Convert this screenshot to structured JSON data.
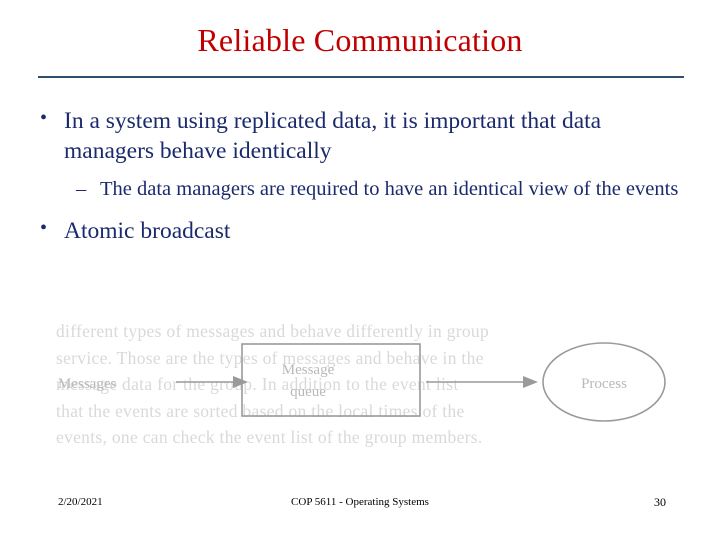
{
  "slide": {
    "title": "Reliable Communication",
    "bullets": [
      {
        "level": 1,
        "marker": "•",
        "text": "In a system using replicated data, it is important that data managers behave identically"
      },
      {
        "level": 2,
        "marker": "–",
        "text": "The data managers are required to have an identical view of the events"
      },
      {
        "level": 1,
        "marker": "•",
        "text": "Atomic broadcast"
      }
    ],
    "diagram": {
      "messages_label": "Messages",
      "queue_label_line1": "Message",
      "queue_label_line2": "queue",
      "process_label": "Process"
    },
    "ghost_lines": [
      "different types of messages and behave differently in group",
      "service. Those are the types of messages and behave in the",
      "message data for the group. In addition to the event list",
      "that the events are sorted based on the local times of the",
      "events, one can check the event list of the group members."
    ],
    "footer": {
      "date": "2/20/2021",
      "center": "COP 5611 - Operating Systems",
      "page": "30"
    },
    "colors": {
      "title": "#c00000",
      "rule": "#2f4f6f",
      "body_text": "#1a2a6c",
      "diagram_stroke": "#9a9a9c",
      "ghost_text": "#d9d9da"
    }
  }
}
